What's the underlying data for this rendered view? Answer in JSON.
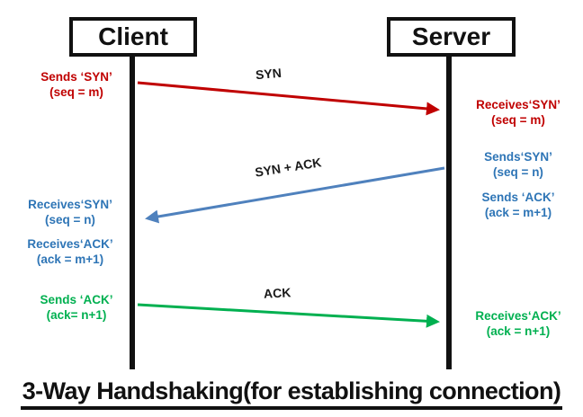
{
  "title": "3-Way Handshaking(for establishing connection)",
  "actors": {
    "client": "Client",
    "server": "Server"
  },
  "messages": {
    "syn": {
      "label": "SYN",
      "color": "#C00000"
    },
    "syn_ack": {
      "label": "SYN + ACK",
      "color": "#4F81BD"
    },
    "ack": {
      "label": "ACK",
      "color": "#00B050"
    }
  },
  "events": {
    "client_send_syn": {
      "line1": "Sends ‘SYN’",
      "line2": "(seq = m)",
      "color": "#C00000"
    },
    "server_recv_syn": {
      "line1": "Receives‘SYN’",
      "line2": "(seq = m)",
      "color": "#C00000"
    },
    "server_send_syn": {
      "line1": "Sends‘SYN’",
      "line2": "(seq = n)",
      "color": "#2E75B6"
    },
    "server_send_ack": {
      "line1": "Sends ‘ACK’",
      "line2": "(ack = m+1)",
      "color": "#2E75B6"
    },
    "client_recv_syn": {
      "line1": "Receives‘SYN’",
      "line2": "(seq = n)",
      "color": "#2E75B6"
    },
    "client_recv_ack": {
      "line1": "Receives‘ACK’",
      "line2": "(ack = m+1)",
      "color": "#2E75B6"
    },
    "client_send_ack": {
      "line1": "Sends ‘ACK’",
      "line2": "(ack= n+1)",
      "color": "#00B050"
    },
    "server_recv_ack": {
      "line1": "Receives‘ACK’",
      "line2": "(ack = n+1)",
      "color": "#00B050"
    }
  }
}
